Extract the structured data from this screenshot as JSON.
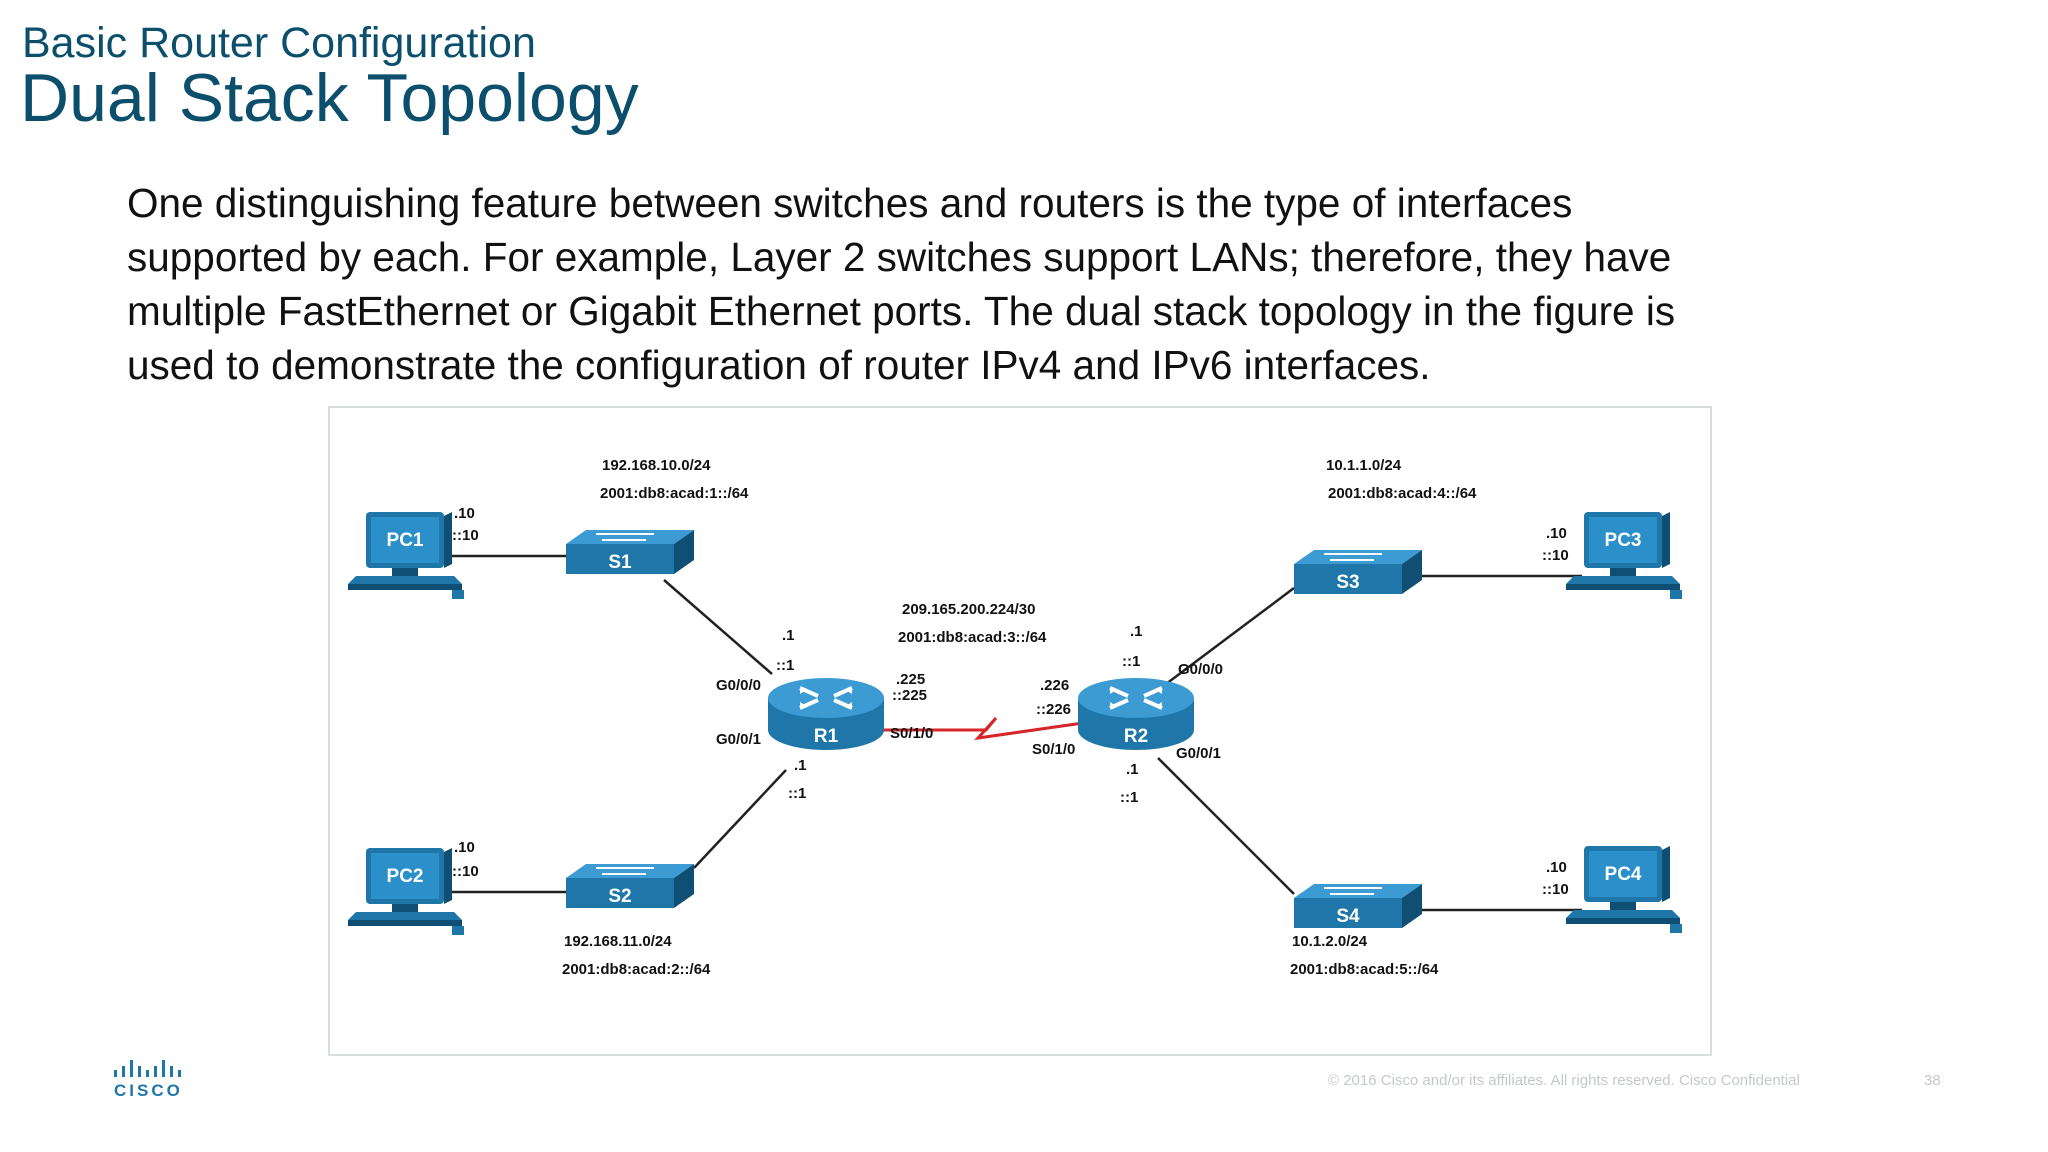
{
  "header": {
    "subtitle": "Basic Router Configuration",
    "title": "Dual Stack Topology"
  },
  "body": {
    "lines": [
      "One distinguishing feature between switches and routers is the type of interfaces",
      "supported by each. For example, Layer 2 switches support LANs; therefore, they have",
      "multiple FastEthernet or Gigabit Ethernet ports. The dual stack topology in the figure is",
      "used to demonstrate the configuration of router IPv4 and IPv6 interfaces."
    ]
  },
  "topology": {
    "devices": {
      "pc1": "PC1",
      "pc2": "PC2",
      "pc3": "PC3",
      "pc4": "PC4",
      "s1": "S1",
      "s2": "S2",
      "s3": "S3",
      "s4": "S4",
      "r1": "R1",
      "r2": "R2"
    },
    "networks": {
      "lan1_v4": "192.168.10.0/24",
      "lan1_v6": "2001:db8:acad:1::/64",
      "lan2_v4": "192.168.11.0/24",
      "lan2_v6": "2001:db8:acad:2::/64",
      "wan_v4": "209.165.200.224/30",
      "wan_v6": "2001:db8:acad:3::/64",
      "lan3_v4": "10.1.1.0/24",
      "lan3_v6": "2001:db8:acad:4::/64",
      "lan4_v4": "10.1.2.0/24",
      "lan4_v6": "2001:db8:acad:5::/64"
    },
    "host_addresses": {
      "pc1_v4": ".10",
      "pc1_v6": "::10",
      "pc2_v4": ".10",
      "pc2_v6": "::10",
      "pc3_v4": ".10",
      "pc3_v6": "::10",
      "pc4_v4": ".10",
      "pc4_v6": "::10"
    },
    "router_addresses": {
      "r1_g000_v4": ".1",
      "r1_g000_v6": "::1",
      "r1_g001_v4": ".1",
      "r1_g001_v6": "::1",
      "r1_s010_v4": ".225",
      "r1_s010_v6": "::225",
      "r2_s010_v4": ".226",
      "r2_s010_v6": "::226",
      "r2_g000_v4": ".1",
      "r2_g000_v6": "::1",
      "r2_g001_v4": ".1",
      "r2_g001_v6": "::1"
    },
    "interfaces": {
      "r1_g000": "G0/0/0",
      "r1_g001": "G0/0/1",
      "r1_s010": "S0/1/0",
      "r2_s010": "S0/1/0",
      "r2_g000": "G0/0/0",
      "r2_g001": "G0/0/1"
    },
    "colors": {
      "device": "#1f77a9",
      "device_dark": "#0f4f74",
      "serial_link": "#d7262b",
      "link": "#222222"
    }
  },
  "footer": {
    "copyright": "© 2016  Cisco and/or its affiliates. All rights reserved.   Cisco Confidential",
    "page_number": "38"
  },
  "logo": {
    "icon": "cisco-logo-icon",
    "text": "CISCO"
  }
}
